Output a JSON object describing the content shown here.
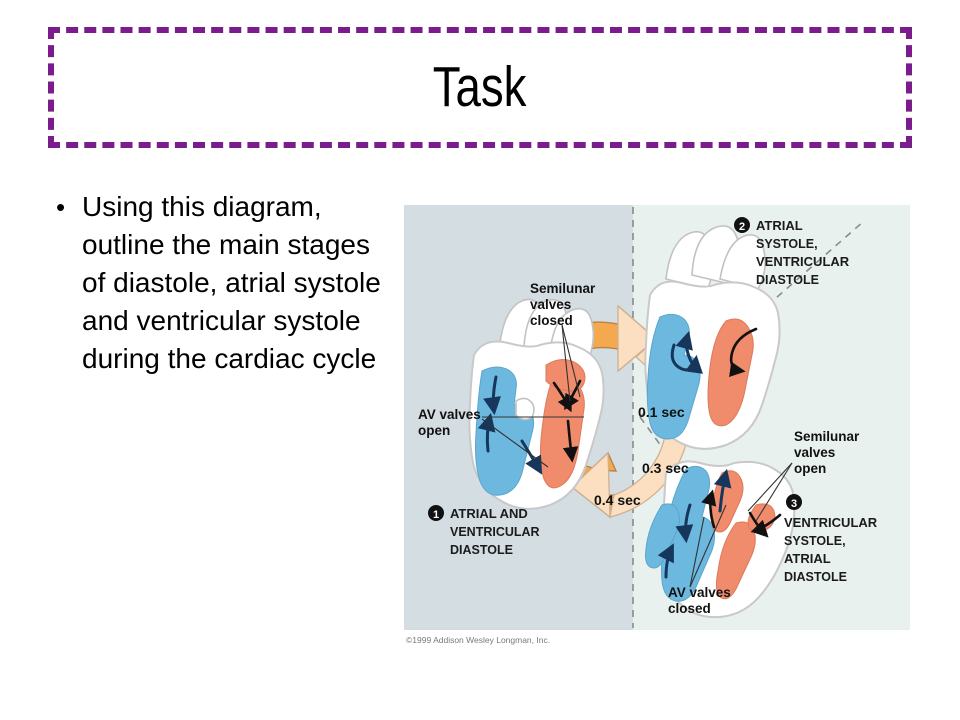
{
  "slide": {
    "title": "Task",
    "title_border_color": "#7B1C8C",
    "background_color": "#FFFFFF",
    "bullet_marker": "•",
    "bullet_text": "Using this diagram, outline the main stages of diastole, atrial systole and ventricular systole during the cardiac cycle"
  },
  "figure": {
    "name": "cardiac-cycle-diagram",
    "copyright": "©1999 Addison Wesley Longman, Inc.",
    "panel_left_color": "#D3DDE2",
    "panel_right_color": "#E9F1EF",
    "arrow_dark_color": "#F4A94E",
    "arrow_light_color": "#FBDFC0",
    "chamber_blue": "#6CB8DE",
    "chamber_red": "#F08B6C",
    "vessel_white": "#FFFFFF",
    "stages": [
      {
        "number": "❶",
        "index": "1",
        "lines": [
          "ATRIAL AND",
          "VENTRICULAR",
          "DIASTOLE"
        ]
      },
      {
        "number": "❷",
        "index": "2",
        "lines": [
          "ATRIAL",
          "SYSTOLE,",
          "VENTRICULAR",
          "DIASTOLE"
        ]
      },
      {
        "number": "❸",
        "index": "3",
        "lines": [
          "VENTRICULAR",
          "SYSTOLE,",
          "ATRIAL",
          "DIASTOLE"
        ]
      }
    ],
    "valve_labels": [
      {
        "name": "semilunar-valves-closed",
        "lines": [
          "Semilunar",
          "valves",
          "closed"
        ]
      },
      {
        "name": "av-valves-open",
        "lines": [
          "AV valves",
          "open"
        ]
      },
      {
        "name": "semilunar-valves-open",
        "lines": [
          "Semilunar",
          "valves",
          "open"
        ]
      },
      {
        "name": "av-valves-closed",
        "lines": [
          "AV valves",
          "closed"
        ]
      }
    ],
    "timing_labels": [
      {
        "name": "duration-0-1-sec",
        "text": "0.1 sec"
      },
      {
        "name": "duration-0-3-sec",
        "text": "0.3 sec"
      },
      {
        "name": "duration-0-4-sec",
        "text": "0.4 sec"
      }
    ]
  }
}
